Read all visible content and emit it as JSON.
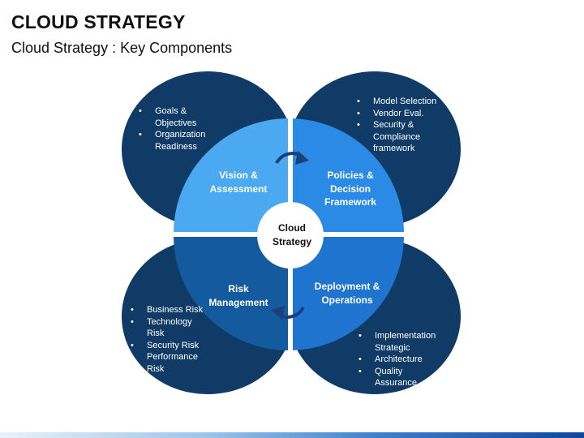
{
  "header": {
    "title": "CLOUD STRATEGY",
    "subtitle": "Cloud Strategy : Key Components"
  },
  "diagram": {
    "center": "Cloud Strategy",
    "quadrants": [
      {
        "id": "top-left",
        "label": "Vision & Assessment",
        "color": "#4aa9f0",
        "bullets": [
          "Goals & Objectives",
          "Organization Readiness"
        ]
      },
      {
        "id": "top-right",
        "label": "Policies & Decision Framework",
        "color": "#2b8ae6",
        "bullets": [
          "Model Selection",
          "Vendor Eval.",
          "Security & Compliance framework"
        ]
      },
      {
        "id": "bottom-left",
        "label": "Risk Management",
        "color": "#135a9e",
        "bullets": [
          "Business Risk",
          "Technology Risk",
          "Security Risk",
          "Performance Risk"
        ]
      },
      {
        "id": "bottom-right",
        "label": "Deployment & Operations",
        "color": "#1f74cf",
        "bullets": [
          "Implementation Strategic",
          "Architecture",
          "Quality Assurance"
        ]
      }
    ],
    "petal_color": "#0f3b66",
    "arrow_color": "#1b3f78"
  }
}
